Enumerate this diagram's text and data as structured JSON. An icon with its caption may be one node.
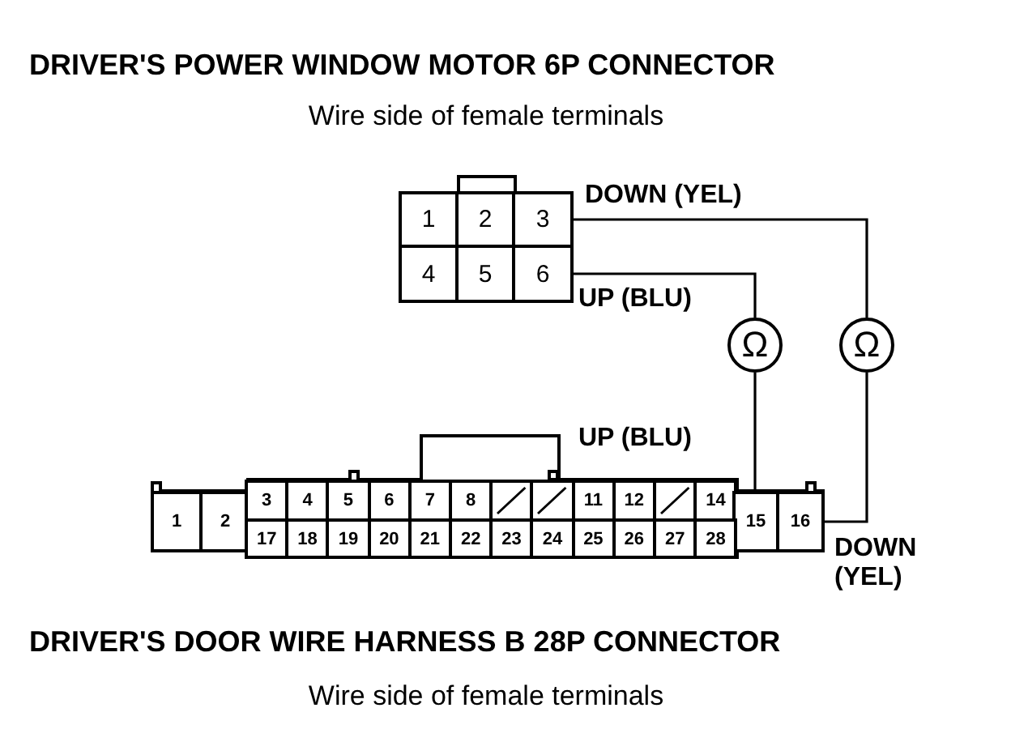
{
  "diagram": {
    "nodes": [
      {
        "text": [],
        "shape": "box"
      },
      {
        "text": [
          "1"
        ],
        "in": 0
      },
      {
        "text": [
          "2"
        ],
        "in": 0
      },
      {
        "text": [
          "3"
        ],
        "in": 0
      },
      {
        "text": [
          "4"
        ],
        "in": 0
      },
      {
        "text": [
          "5"
        ],
        "in": 0
      },
      {
        "text": [
          "6"
        ],
        "in": 0
      },
      {
        "text": [],
        "shape": "box"
      },
      {
        "text": [
          "1"
        ],
        "in": 7
      },
      {
        "text": [
          "2"
        ],
        "in": 7
      },
      {
        "text": [
          "3"
        ],
        "in": 7
      },
      {
        "text": [
          "4"
        ],
        "in": 7
      },
      {
        "text": [
          "5"
        ],
        "in": 7
      },
      {
        "text": [
          "6"
        ],
        "in": 7
      },
      {
        "text": [
          "7"
        ],
        "in": 7
      },
      {
        "text": [
          "8"
        ],
        "in": 7
      },
      {
        "text": [],
        "shape": "box",
        "in": 7
      },
      {
        "text": [],
        "shape": "box",
        "in": 7
      },
      {
        "text": [
          "11"
        ],
        "in": 7
      },
      {
        "text": [
          "12"
        ],
        "in": 7
      },
      {
        "text": [],
        "shape": "box",
        "in": 7
      },
      {
        "text": [
          "14"
        ],
        "in": 7
      },
      {
        "text": [
          "15"
        ],
        "in": 7
      },
      {
        "text": [
          "16"
        ],
        "in": 7
      },
      {
        "text": [
          "17"
        ],
        "in": 7
      },
      {
        "text": [
          "18"
        ],
        "in": 7
      },
      {
        "text": [
          "19"
        ],
        "in": 7
      },
      {
        "text": [
          "20"
        ],
        "in": 7
      },
      {
        "text": [
          "21"
        ],
        "in": 7
      },
      {
        "text": [
          "22"
        ],
        "in": 7
      },
      {
        "text": [
          "23"
        ],
        "in": 7
      },
      {
        "text": [
          "24"
        ],
        "in": 7
      },
      {
        "text": [
          "25"
        ],
        "in": 7
      },
      {
        "text": [
          "26"
        ],
        "in": 7
      },
      {
        "text": [
          "27"
        ],
        "in": 7
      },
      {
        "text": [
          "28"
        ],
        "in": 7
      },
      {
        "text": [
          "Ω"
        ]
      },
      {
        "text": [
          "Ω"
        ]
      }
    ],
    "edges": [
      {
        "from": 6,
        "to": 36,
        "arrow": "none",
        "label": "UP (BLU)"
      },
      {
        "from": 36,
        "to": 22,
        "arrow": "none",
        "label": "UP (BLU)"
      },
      {
        "from": 3,
        "to": 37,
        "arrow": "none",
        "label": "DOWN (YEL)"
      },
      {
        "from": 37,
        "to": 23,
        "arrow": "none",
        "label": "DOWN (YEL)"
      }
    ],
    "labels": [
      "DRIVER'S POWER WINDOW MOTOR 6P CONNECTOR",
      "Wire side of female terminals",
      "DRIVER'S DOOR WIRE HARNESS B 28P CONNECTOR",
      "Wire side of female terminals"
    ]
  }
}
